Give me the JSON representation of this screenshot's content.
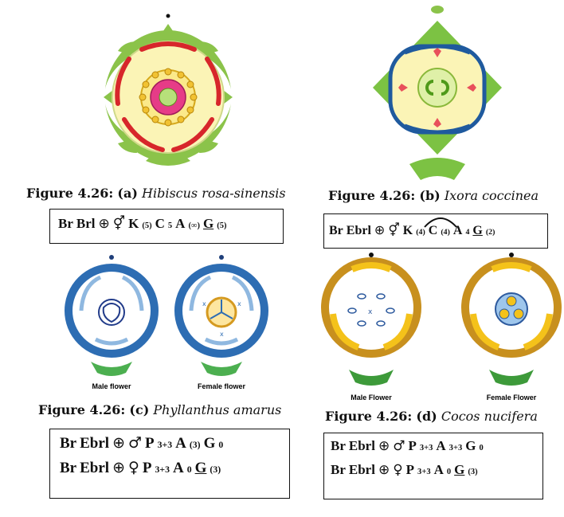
{
  "panels": {
    "a": {
      "caption_prefix": "Figure 4.26:",
      "caption_letter": "(a)",
      "caption_species": "Hibiscus rosa-sinensis",
      "formula": {
        "br": "Br",
        "brl": "Brl",
        "k": "K",
        "k_sub": "(5)",
        "c": "C",
        "c_sub": "5",
        "a": "A",
        "a_sub": "(∞)",
        "g": "G",
        "g_sub": "(5)"
      }
    },
    "b": {
      "caption_prefix": "Figure 4.26:",
      "caption_letter": "(b)",
      "caption_species": "Ixora coccinea",
      "formula": {
        "br": "Br",
        "ebrl": "Ebrl",
        "k": "K",
        "k_sub": "(4)",
        "c": "C",
        "c_sub": "(4)",
        "a": "A",
        "a_sub": "4",
        "g": "G",
        "g_sub": "(2)"
      }
    },
    "c": {
      "caption_prefix": "Figure 4.26:",
      "caption_letter": "(c)",
      "caption_species": "Phyllanthus amarus",
      "male_label": "Male flower",
      "female_label": "Female flower",
      "formula_male": {
        "br": "Br",
        "ebrl": "Ebrl",
        "p": "P",
        "p_sub": "3+3",
        "a": "A",
        "a_sub": "(3)",
        "g": "G",
        "g_sub": "0"
      },
      "formula_female": {
        "br": "Br",
        "ebrl": "Ebrl",
        "p": "P",
        "p_sub": "3+3",
        "a": "A",
        "a_sub": "0",
        "g": "G",
        "g_sub": "(3)"
      }
    },
    "d": {
      "caption_prefix": "Figure 4.26:",
      "caption_letter": "(d)",
      "caption_species": "Cocos nucifera",
      "male_label": "Male Flower",
      "female_label": "Female Flower",
      "formula_male": {
        "br": "Br",
        "ebrl": "Ebrl",
        "p": "P",
        "p_sub": "3+3",
        "a": "A",
        "a_sub": "3+3",
        "g": "G",
        "g_sub": "0"
      },
      "formula_female": {
        "br": "Br",
        "ebrl": "Ebrl",
        "p": "P",
        "p_sub": "3+3",
        "a": "A",
        "a_sub": "0",
        "g": "G",
        "g_sub": "(3)"
      }
    }
  },
  "symbols": {
    "actinomorphic": "⊕",
    "bisexual": "⚥",
    "male": "♂",
    "female": "♀"
  },
  "colors": {
    "hibiscus_green": "#8bc34a",
    "hibiscus_red": "#d7262b",
    "hibiscus_cream": "#fbf4b6",
    "hibiscus_pink": "#e63c87",
    "ixora_green": "#7cc243",
    "ixora_blue": "#1f5a9e",
    "phyllanthus_blue": "#2d6db3",
    "cocos_brown": "#c8901e",
    "cocos_yellow": "#f4c21a"
  }
}
